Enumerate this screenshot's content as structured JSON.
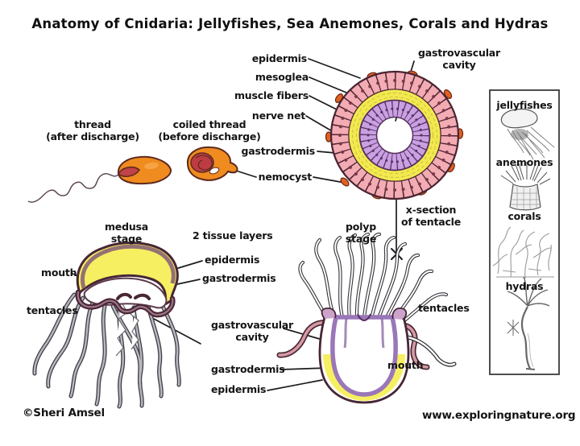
{
  "title": "Anatomy of Cnidaria: Jellyfishes, Sea Anemones, Corals and Hydras",
  "nematocysts": {
    "discharged": "thread\n(after discharge)",
    "coiled": "coiled thread\n(before discharge)"
  },
  "cross_section": {
    "epidermis": "epidermis",
    "mesoglea": "mesoglea",
    "muscle_fibers": "muscle fibers",
    "nerve_net": "nerve net",
    "gastrodermis": "gastrodermis",
    "nemocyst": "nemocyst",
    "gastrovascular_cavity": "gastrovascular\ncavity",
    "x_section": "x-section\nof tentacle"
  },
  "medusa": {
    "stage": "medusa\nstage",
    "mouth": "mouth",
    "tentacles": "tentacles"
  },
  "tissue_layers": {
    "heading": "2 tissue layers",
    "epidermis": "epidermis",
    "gastrodermis": "gastrodermis",
    "gastrovascular_cavity": "gastrovascular\ncavity"
  },
  "polyp": {
    "stage": "polyp\nstage",
    "tentacles": "tentacles",
    "mouth": "mouth",
    "gastrodermis": "gastrodermis",
    "epidermis": "epidermis"
  },
  "sidebar": {
    "items": [
      {
        "label": "jellyfishes"
      },
      {
        "label": "anemones"
      },
      {
        "label": "corals"
      },
      {
        "label": "hydras"
      }
    ]
  },
  "footer": {
    "credit": "©Sheri Amsel",
    "website": "www.exploringnature.org"
  },
  "colors": {
    "epidermis_pink": "#f3abb4",
    "mesoglea_yellow": "#f2e94f",
    "gastrodermis_purple": "#c9a0e2",
    "nematocyst_orange": "#ef8b1f",
    "outline_dark": "#472636"
  }
}
